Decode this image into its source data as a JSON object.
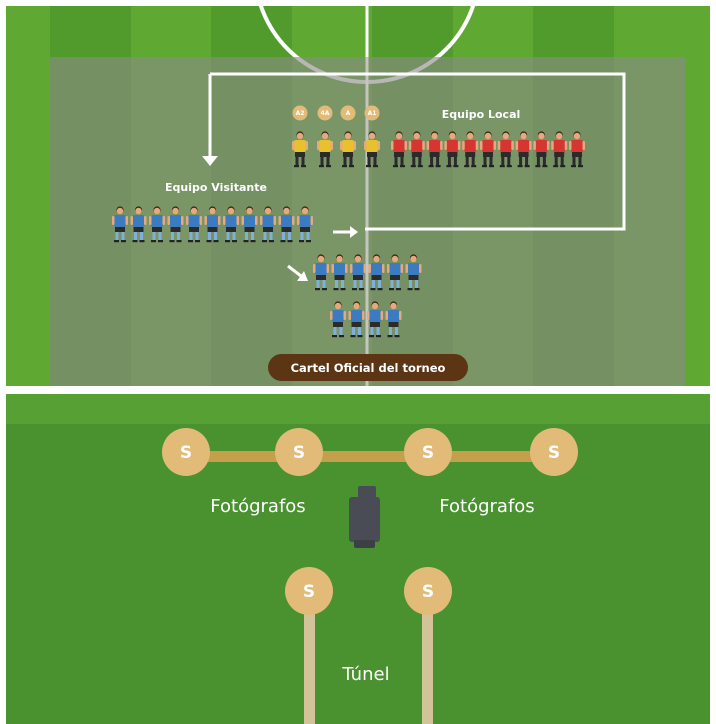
{
  "labels": {
    "home_team": "Equipo Local",
    "away_team": "Equipo Visitante",
    "banner": "Cartel Oficial del torneo",
    "photographers_left": "Fotógrafos",
    "photographers_right": "Fotógrafos",
    "tunnel": "Túnel"
  },
  "referees": [
    "A2",
    "4A",
    "A",
    "A1"
  ],
  "security_marker": "S",
  "players": {
    "home_count": 11,
    "away_count": 11,
    "away_subgroup_row1_count": 6,
    "away_subgroup_row2_count": 4
  },
  "colors": {
    "field_light": "#5fa832",
    "field_dark": "#519b2c",
    "lower_field": "#4a9130",
    "overlay": "#8b8b86",
    "security_badge": "#e3bb79",
    "rail": "#c4a04c",
    "post": "#d3c39b",
    "banner": "#5c3514",
    "home_shirt": "#d63632",
    "away_shirt": "#3b7cc0",
    "referee_shirt": "#e8c22e",
    "camera": "#4a4c55"
  },
  "icons": {
    "camera": "camera-icon",
    "arrow": "arrow-icon"
  }
}
